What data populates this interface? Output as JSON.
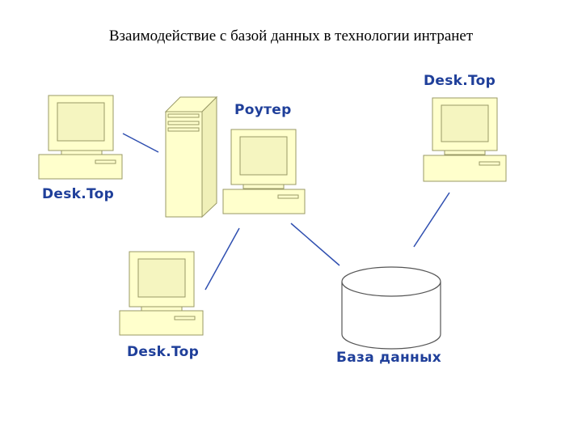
{
  "title": "Взаимодействие с базой данных в технологии интранет",
  "nodes": {
    "desktop_left": {
      "label": "Desk.Top",
      "icon": "desktop-computer-icon"
    },
    "server": {
      "label": "",
      "icon": "server-tower-icon"
    },
    "router": {
      "label": "Роутер",
      "icon": "desktop-computer-icon"
    },
    "desktop_top_right": {
      "label": "Desk.Top",
      "icon": "desktop-computer-icon"
    },
    "desktop_bottom": {
      "label": "Desk.Top",
      "icon": "desktop-computer-icon"
    },
    "database": {
      "label": "База данных",
      "icon": "database-cylinder-icon"
    }
  },
  "colors": {
    "device_fill": "#ffffcc",
    "device_stroke": "#999966",
    "screen_fill": "#f5f5c0",
    "label_text": "#1f3f9a",
    "link_line": "#2f4fb0"
  }
}
